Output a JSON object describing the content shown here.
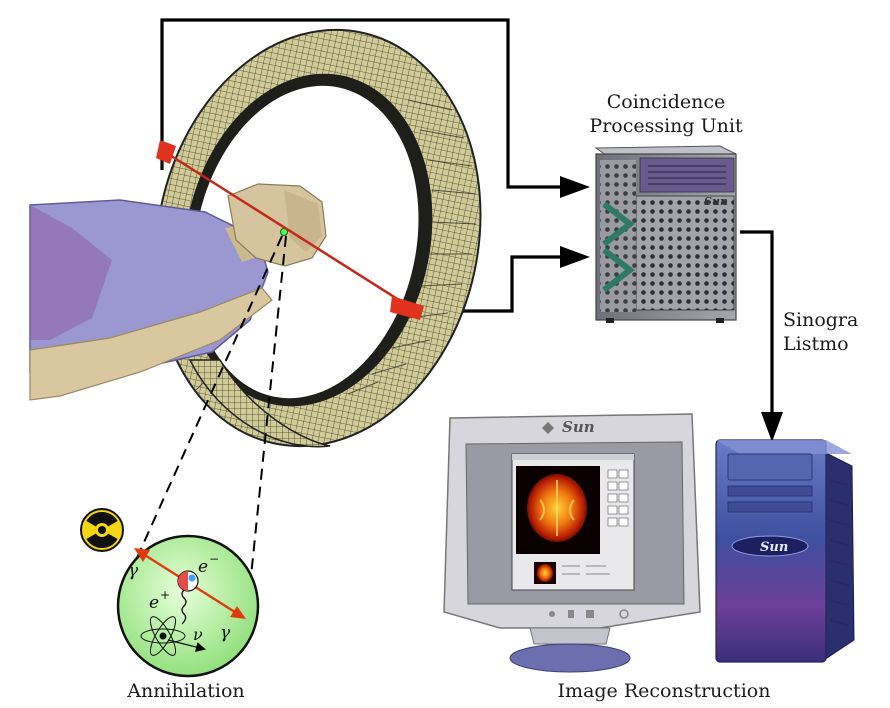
{
  "labels": {
    "coincidence_line1": "Coincidence",
    "coincidence_line2": "Processing Unit",
    "sinogram": "Sinogra",
    "listmode": "Listmo",
    "annihilation": "Annihilation",
    "image_reconstruction": "Image Reconstruction"
  },
  "physics": {
    "gamma_top": "γ",
    "gamma_bottom": "γ",
    "electron": "e",
    "electron_sign": "−",
    "positron": "e",
    "positron_sign": "+",
    "neutrino": "ν"
  },
  "brands": {
    "monitor_logo": "Sun",
    "tower_logo": "Sun",
    "server_logo": "Sun"
  },
  "colors": {
    "ring": "#c9c38e",
    "ring_dark": "#2b2b22",
    "patient_shirt": "#9a95cf",
    "patient_skin": "#d6c49e",
    "lor_line": "#cc2a1a",
    "annihilation_bg": "#b9f0a8",
    "gamma_arrow": "#e23a10",
    "hazard_yellow": "#f3d614",
    "tower_blue": "#4b5aa6",
    "server_gray": "#8c8c94"
  }
}
